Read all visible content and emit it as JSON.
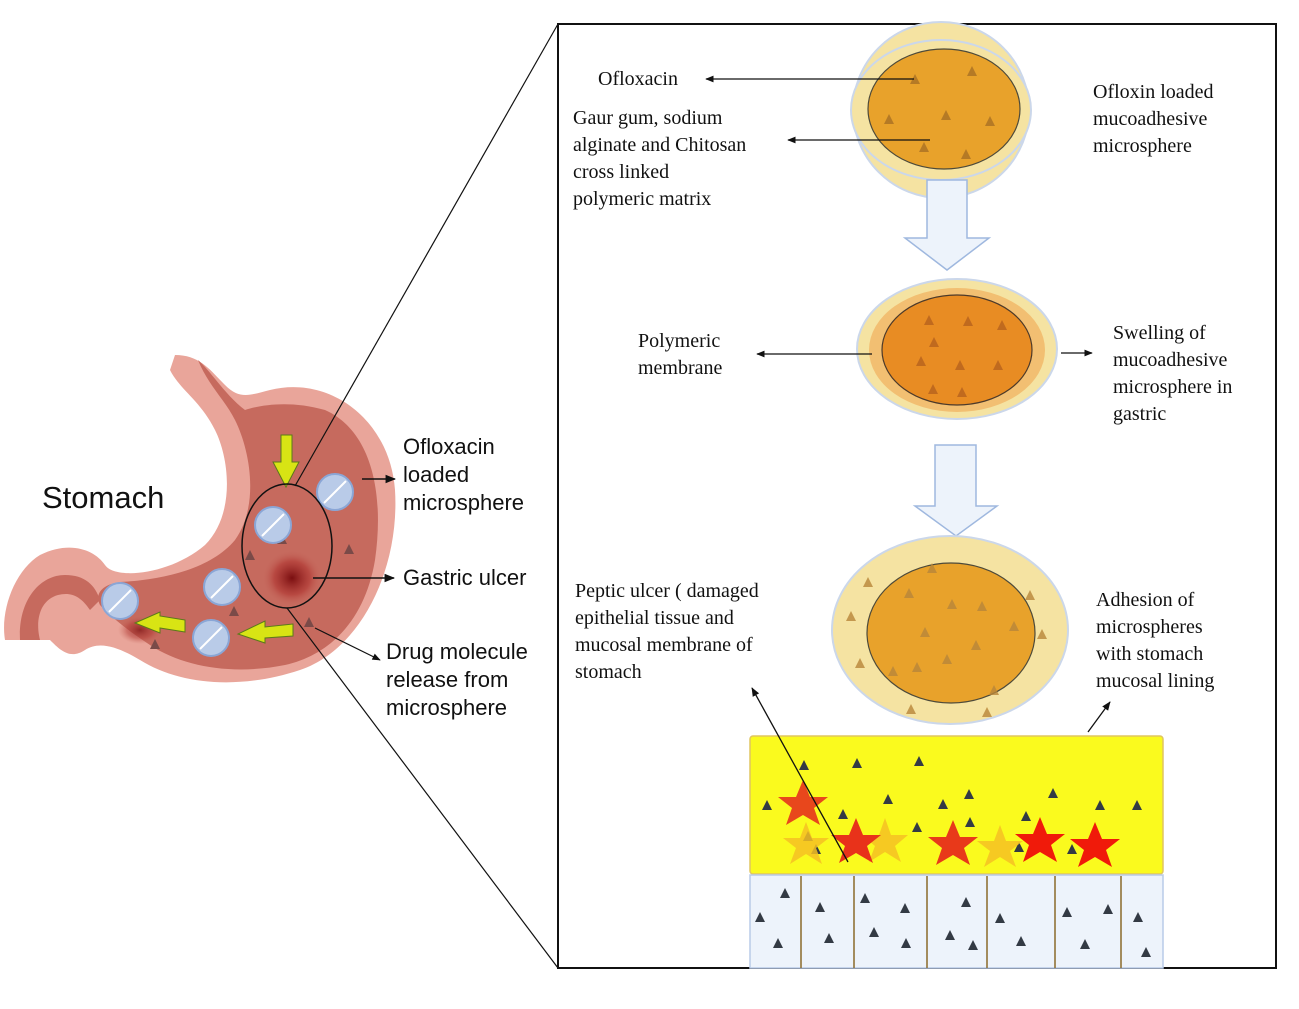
{
  "left_panel": {
    "title": "Stomach",
    "labels": {
      "microsphere": [
        "Ofloxacin",
        "loaded",
        "microsphere"
      ],
      "ulcer": [
        "Gastric ulcer"
      ],
      "release": [
        "Drug molecule",
        "release from",
        "microsphere"
      ]
    }
  },
  "right_panel": {
    "stage1": {
      "drug_label": [
        "Ofloxacin"
      ],
      "matrix_label": [
        "Gaur gum, sodium",
        "alginate and Chitosan",
        "cross linked",
        "polymeric matrix"
      ],
      "caption": [
        "Ofloxin loaded",
        "mucoadhesive",
        "microsphere"
      ]
    },
    "stage2": {
      "membrane_label": [
        "Polymeric",
        "membrane"
      ],
      "caption": [
        "Swelling of",
        "mucoadhesive",
        "microsphere in",
        "gastric"
      ]
    },
    "stage3": {
      "ulcer_label": [
        "Peptic ulcer ( damaged",
        "epithelial tissue and",
        "mucosal membrane of",
        "stomach"
      ],
      "caption": [
        "Adhesion of",
        "microspheres",
        "with stomach",
        "mucosal lining"
      ]
    }
  },
  "colors": {
    "stomach_outer": "#e9a59a",
    "stomach_inner": "#c66a5e",
    "microsphere": "#b9cbe8",
    "arrow_yellow": "#d8e414",
    "core_orange": "#e8a22b",
    "shell_yellow": "#f5e3a2",
    "mucus_yellow": "#fafa1e",
    "tissue_blue": "#edf3fb",
    "star_red": "#e8321a",
    "star_gold": "#f5c023"
  }
}
